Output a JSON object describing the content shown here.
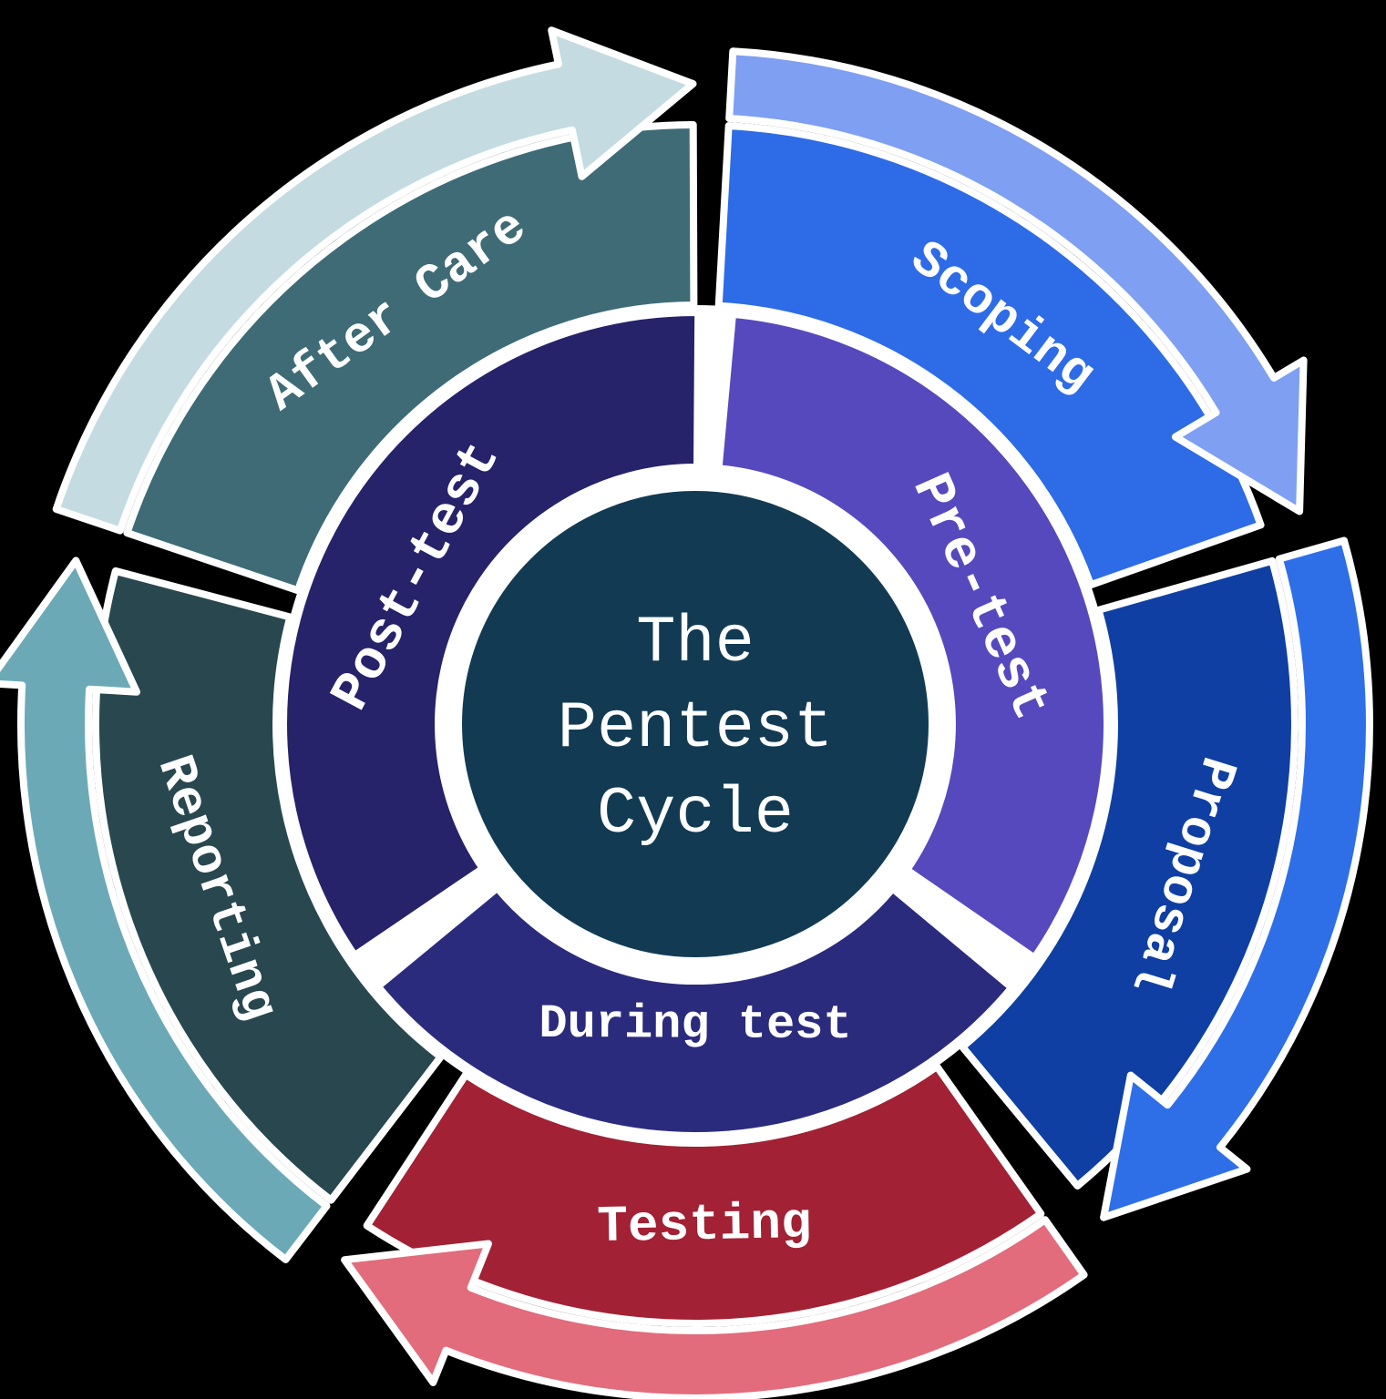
{
  "title": {
    "line1": "The",
    "line2": "Pentest",
    "line3": "Cycle"
  },
  "outer_labels": {
    "scoping": "Scoping",
    "proposal": "Proposal",
    "testing": "Testing",
    "reporting": "Reporting",
    "aftercare": "After Care"
  },
  "inner_labels": {
    "pretest": "Pre-test",
    "posttest": "Post-test",
    "duringtest": "During test"
  },
  "colors": {
    "background": "#000000",
    "outline": "#ffffff",
    "center_circle": "#123B53",
    "pretest": "#5649BE",
    "posttest": "#26236A",
    "duringtest": "#2B2B7E",
    "scoping_body": "#2E6BE7",
    "scoping_band": "#7E9FF2",
    "proposal_body": "#0F3FA3",
    "proposal_band": "#2E6FE8",
    "testing_body": "#A22134",
    "testing_band": "#E26B7C",
    "reporting_body": "#29474F",
    "reporting_band": "#6CA9B7",
    "aftercare_body": "#3E6B76",
    "aftercare_band": "#C3DBE1"
  }
}
